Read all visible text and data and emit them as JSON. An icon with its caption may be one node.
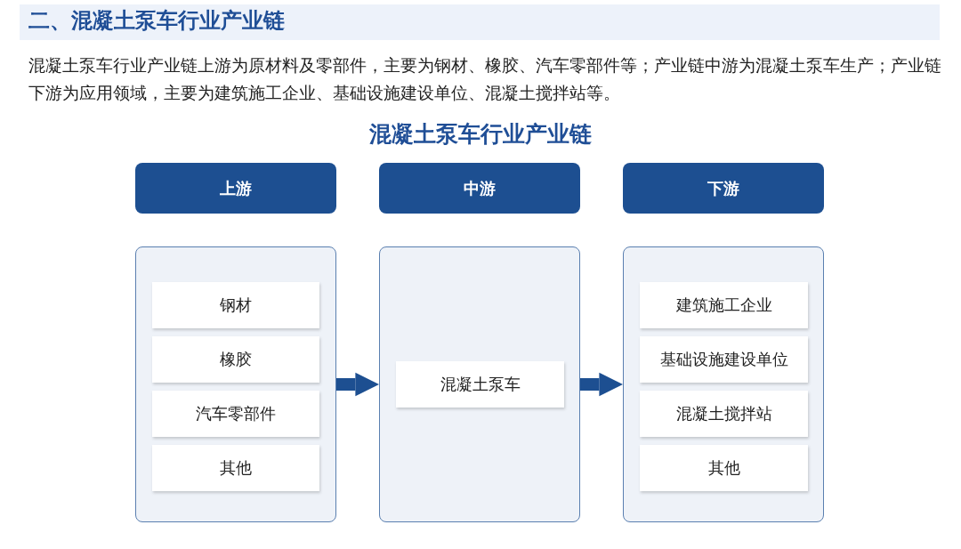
{
  "diagram": {
    "title": "二、混凝土泵车行业产业链",
    "nodes": [
      {
        "text": [
          "上游"
        ]
      },
      {
        "text": [
          "中游"
        ]
      },
      {
        "text": [
          "下游"
        ]
      },
      {
        "text": [],
        "shape": "box"
      },
      {
        "text": [
          "钢材"
        ],
        "in": 3
      },
      {
        "text": [
          "橡胶"
        ],
        "in": 3
      },
      {
        "text": [
          "汽车零部件"
        ],
        "in": 3
      },
      {
        "text": [
          "其他"
        ],
        "in": 3
      },
      {
        "text": [],
        "shape": "box"
      },
      {
        "text": [
          "混凝土泵车"
        ],
        "in": 8
      },
      {
        "text": [],
        "shape": "box"
      },
      {
        "text": [
          "建筑施工企业"
        ],
        "in": 10
      },
      {
        "text": [
          "基础设施建设单位"
        ],
        "in": 10
      },
      {
        "text": [
          "混凝土搅拌站"
        ],
        "in": 10
      },
      {
        "text": [
          "其他"
        ],
        "in": 10
      }
    ],
    "edges": [
      {
        "from": 3,
        "to": 8,
        "arrow": "to"
      },
      {
        "from": 8,
        "to": 10,
        "arrow": "to"
      }
    ],
    "labels": [
      "混凝土泵车行业产业链上游为原材料及零部件，主要为钢材、橡胶、汽车零部件等；产业链中游为混凝土泵车生产；产业链下游为应用领域，主要为建筑施工企业、基础设施建设单位、混凝土搅拌站等。",
      "混凝土泵车行业产业链"
    ]
  }
}
